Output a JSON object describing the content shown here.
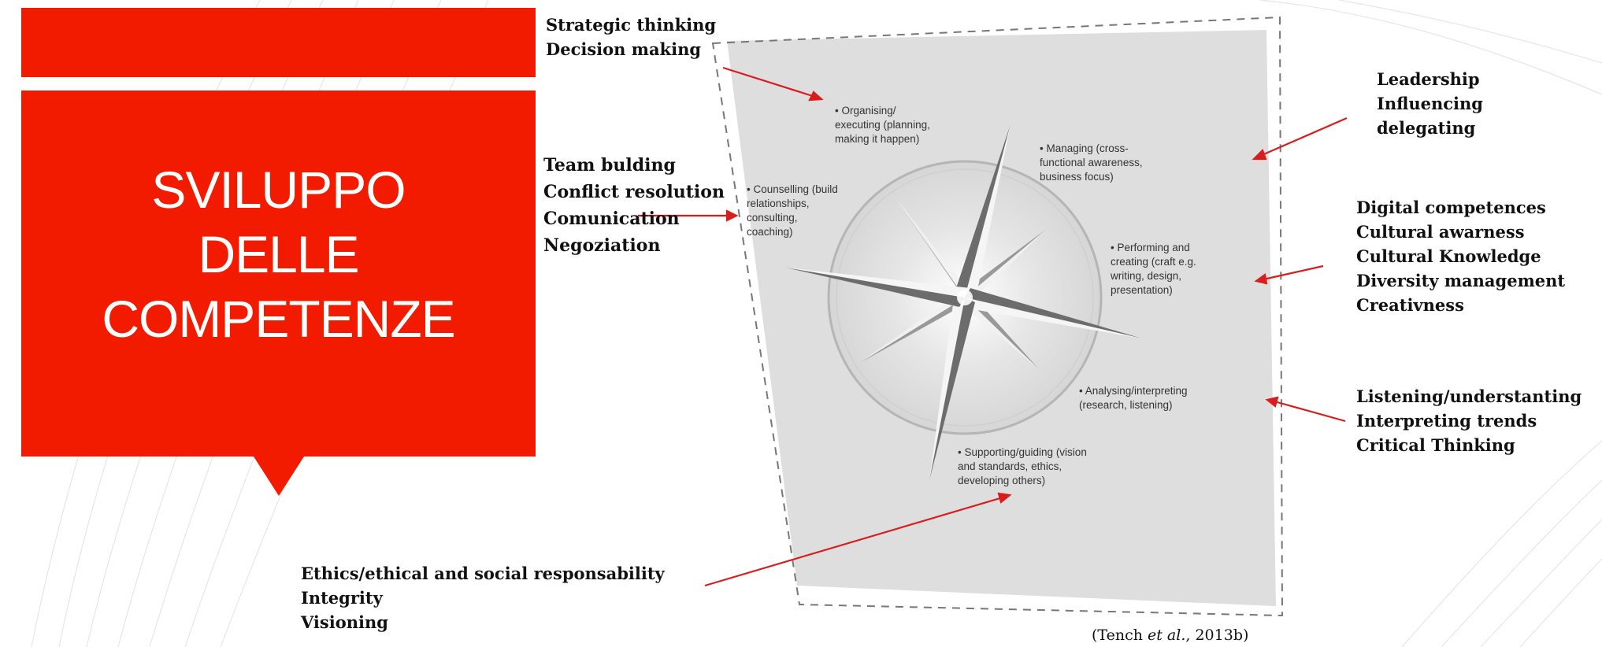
{
  "slide": {
    "title_lines": [
      "SVILUPPO",
      "DELLE",
      "COMPETENZE"
    ],
    "accent_color": "#f21b00"
  },
  "skill_groups": {
    "top_left": [
      "Strategic thinking",
      "Decision making"
    ],
    "mid_left": [
      "Team bulding",
      "Conflict resolution",
      "Comunication",
      "Negoziation"
    ],
    "bottom": [
      "Ethics/ethical and social responsability",
      "Integrity",
      "Visioning"
    ],
    "right_top": [
      "Leadership",
      "Influencing",
      "delegating"
    ],
    "right_mid": [
      "Digital competences",
      "Cultural awarness",
      "Cultural Knowledge",
      "Diversity management",
      "Creativness"
    ],
    "right_bottom": [
      "Listening/understanting",
      "Interpreting trends",
      "Critical Thinking"
    ]
  },
  "compass_labels": {
    "organising": [
      "• Organising/",
      "executing (planning,",
      "making it happen)"
    ],
    "managing": [
      "• Managing (cross-",
      "functional awareness,",
      "business focus)"
    ],
    "counselling": [
      "• Counselling (build",
      "relationships,",
      "consulting,",
      "coaching)"
    ],
    "performing": [
      "• Performing and",
      "creating (craft e.g.",
      "writing, design,",
      "presentation)"
    ],
    "analysing": [
      "• Analysing/interpreting",
      "(research, listening)"
    ],
    "supporting": [
      "• Supporting/guiding (vision",
      "and standards, ethics,",
      "developing others)"
    ]
  },
  "citation": {
    "prefix": "(Tench ",
    "italic": "et al.",
    "suffix": ", 2013b)"
  }
}
